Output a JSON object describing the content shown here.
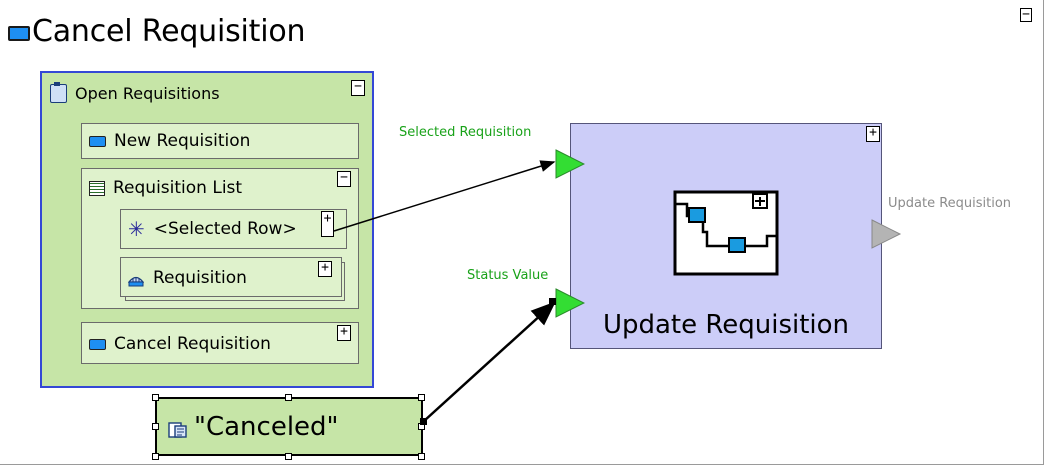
{
  "diagram": {
    "title": "Cancel Requisition",
    "title_toggle": "−",
    "open_requisitions": {
      "label": "Open Requisitions",
      "toggle": "−",
      "new_requisition": {
        "label": "New Requisition"
      },
      "requisition_list": {
        "label": "Requisition List",
        "toggle": "−",
        "selected_row": {
          "label": "<Selected Row>",
          "toggle": "+"
        },
        "requisition": {
          "label": "Requisition",
          "toggle": "+"
        }
      },
      "cancel_requisition": {
        "label": "Cancel Requisition",
        "toggle": "+"
      }
    },
    "constant": {
      "label": "\"Canceled\""
    },
    "process": {
      "label": "Update Requisition",
      "toggle": "+",
      "inputs": [
        "Selected Requisition",
        "Status Value"
      ],
      "output": "Update Requisition"
    }
  },
  "colors": {
    "panel_fill": "#c6e5a7",
    "panel_border": "#3448d6",
    "box_fill": "#dff2cc",
    "process_fill": "#cccdf8",
    "port_green": "#33dd33",
    "port_label_green": "#19a219",
    "port_grey": "#b4b4b4",
    "screen_icon_blue": "#1e8ff2"
  },
  "icons": [
    "screen-icon",
    "clipboard-icon",
    "grid-table-icon",
    "asterisk-icon",
    "database-icon",
    "constant-icon",
    "sub-process-icon",
    "arrow-port-icon"
  ]
}
